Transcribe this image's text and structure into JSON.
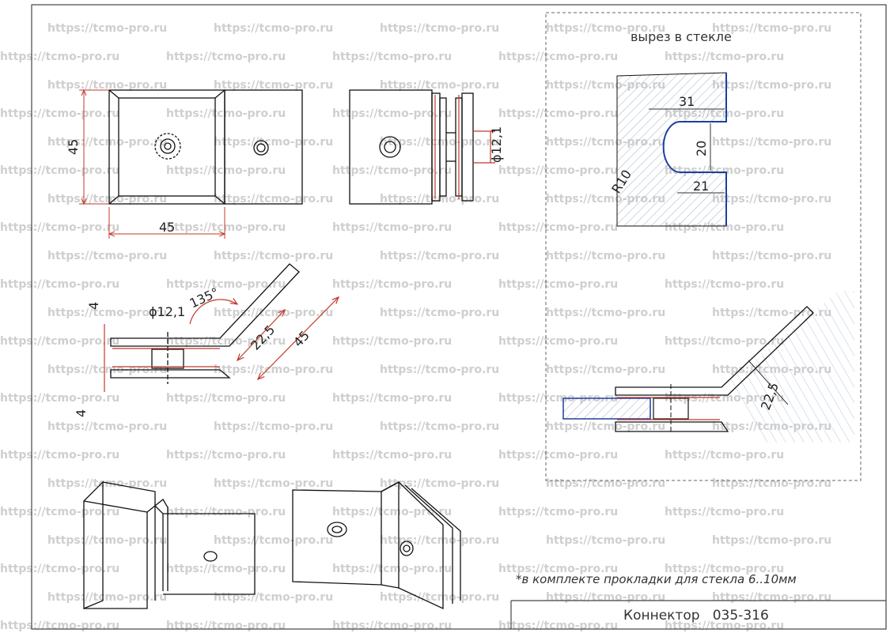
{
  "watermark_text": "https://tcmo-pro.ru",
  "dims": {
    "top_height": "45",
    "top_width": "45",
    "side_diameter": "ϕ12,1",
    "cut_width": "31",
    "cut_height": "20",
    "cut_depth": "21",
    "cut_radius": "R10",
    "angle": "135°",
    "bottom_diameter": "ϕ12,1",
    "half_len": "22,5",
    "full_len": "45",
    "thick_a": "4",
    "thick_b": "4",
    "install_len": "22,5"
  },
  "cutout_title": "вырез в стекле",
  "note": "*в комплекте прокладки для стекла 6..10мм",
  "title_block": "Коннектор   035-316",
  "colors": {
    "line": "#111111",
    "accent": "#c0392b",
    "glass_edge": "#1f3f9e",
    "hatch": "#9fb3c8",
    "watermark": "#cfcfcf"
  }
}
